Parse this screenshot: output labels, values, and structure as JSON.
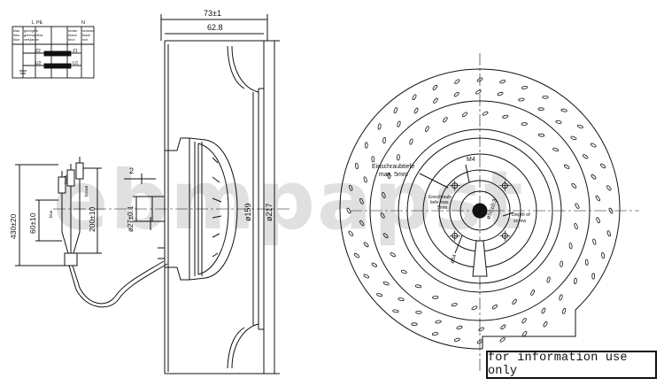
{
  "watermark": "ebmpapst",
  "notice": "for information use only",
  "side_view": {
    "dim_total_depth": "73±1",
    "dim_impeller_depth": "62.8",
    "dim_gap": "2",
    "dim_hub_dia": "ø27±0.1",
    "dim_inner_dia": "ø159",
    "dim_outer_dia": "ø217"
  },
  "cable": {
    "dim_lead_length": "430±20",
    "dim_strip_length": "60±10",
    "dim_sleeve_length": "200±10",
    "conductor_labels": [
      "blue",
      "black",
      "brown"
    ]
  },
  "wiring": {
    "labels": [
      "L",
      "PE",
      "N"
    ],
    "colour_rows": [
      "blau",
      "grün/gelb",
      "schwarz",
      "brown",
      "braun",
      "green/yellow",
      "black",
      "bleu",
      "vert/jaune",
      "noir",
      "blue",
      "brun"
    ],
    "terminals": [
      "Z1",
      "Z2",
      "U1",
      "U2"
    ]
  },
  "front_view": {
    "label_screw_depth_de": "Einschraubtiefe",
    "label_screw_depth_de_value": "max. 5mm",
    "label_thread": "M4",
    "label_inner_de": "Einschraub-",
    "label_inner_de2": "tiefe max.",
    "label_inner_de3": "5mm",
    "label_pcd": "ø58±0.3",
    "label_depth_en": "Depth of",
    "label_depth_en2": "screw",
    "label_small_dia": "ø54"
  }
}
